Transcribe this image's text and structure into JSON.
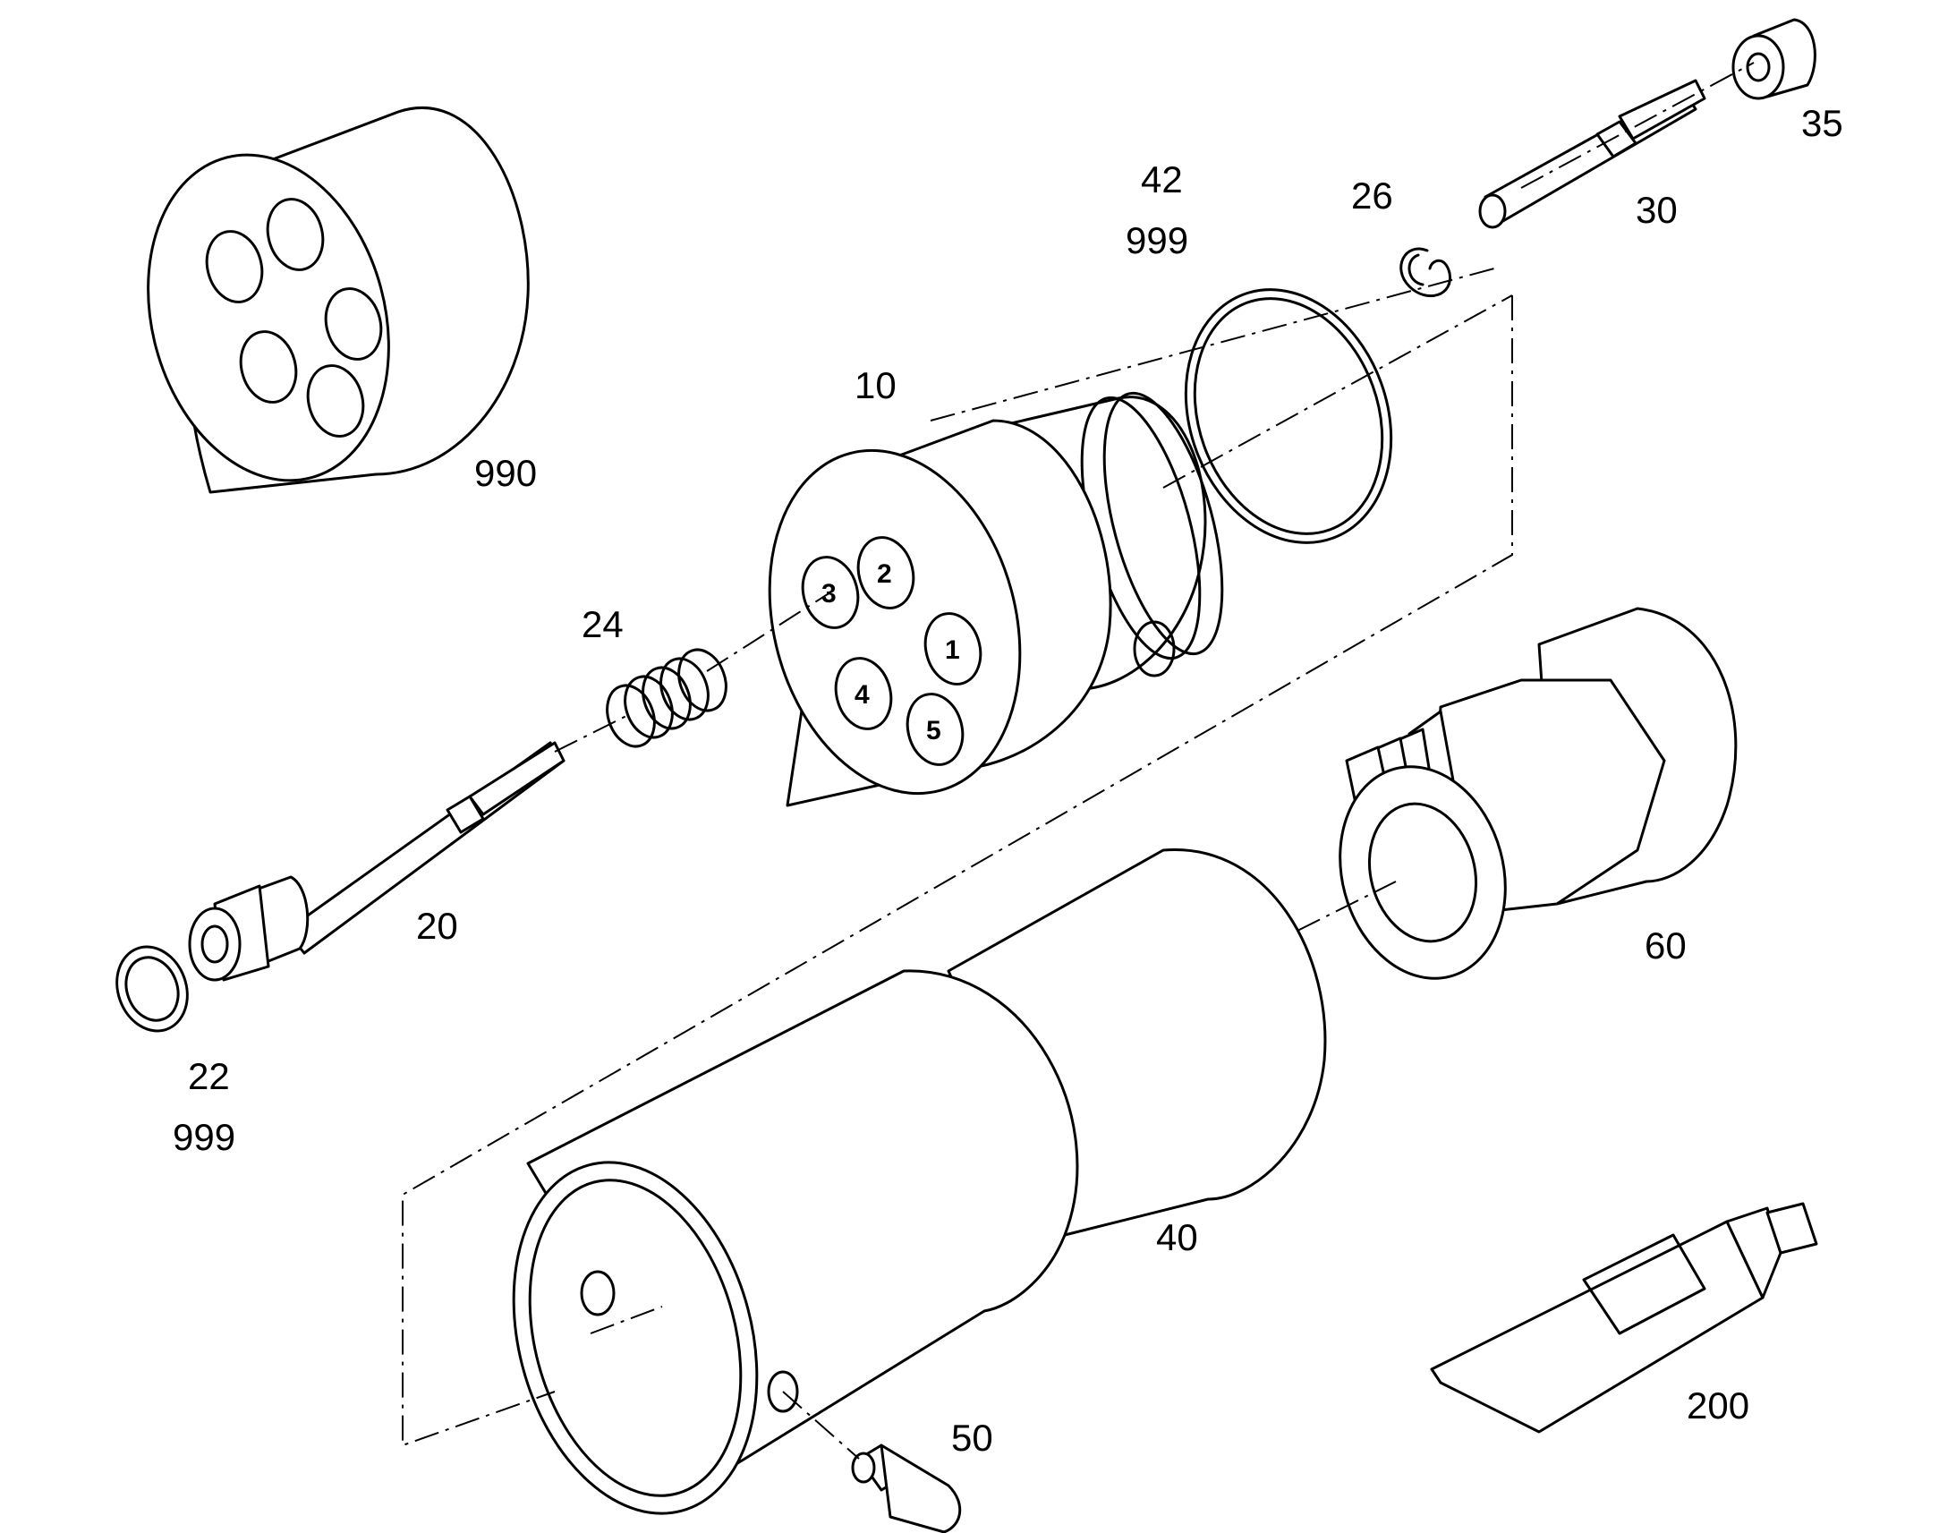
{
  "diagram": {
    "background_color": "#ffffff",
    "line_color": "#000000",
    "callouts": {
      "c990": "990",
      "c10": "10",
      "c42": "42",
      "c42_999": "999",
      "c26": "26",
      "c30": "30",
      "c35": "35",
      "c24": "24",
      "c20": "20",
      "c22": "22",
      "c22_999": "999",
      "c60": "60",
      "c40": "40",
      "c50": "50",
      "c200": "200"
    },
    "port_numbers": {
      "p1": "1",
      "p2": "2",
      "p3": "3",
      "p4": "4",
      "p5": "5"
    }
  }
}
